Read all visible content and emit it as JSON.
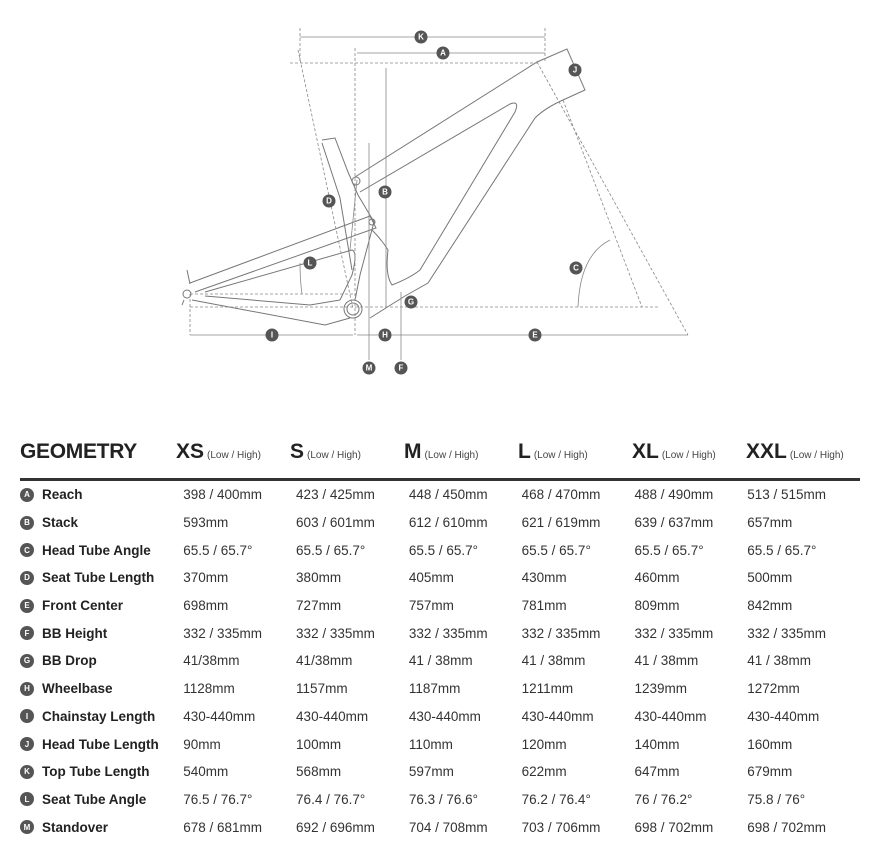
{
  "diagram": {
    "labels": [
      "K",
      "A",
      "J",
      "B",
      "D",
      "L",
      "C",
      "G",
      "I",
      "H",
      "E",
      "M",
      "F"
    ]
  },
  "table": {
    "title": "GEOMETRY",
    "sizes": [
      {
        "name": "XS",
        "sub": "(Low / High)"
      },
      {
        "name": "S",
        "sub": "(Low / High)"
      },
      {
        "name": "M",
        "sub": "(Low / High)"
      },
      {
        "name": "L",
        "sub": "(Low / High)"
      },
      {
        "name": "XL",
        "sub": "(Low / High)"
      },
      {
        "name": "XXL",
        "sub": "(Low / High)"
      }
    ],
    "rows": [
      {
        "letter": "A",
        "label": "Reach",
        "values": [
          "398 / 400mm",
          "423 / 425mm",
          "448 / 450mm",
          "468 / 470mm",
          "488 / 490mm",
          "513 / 515mm"
        ]
      },
      {
        "letter": "B",
        "label": "Stack",
        "values": [
          "593mm",
          "603 / 601mm",
          "612 / 610mm",
          "621 / 619mm",
          "639 / 637mm",
          "657mm"
        ]
      },
      {
        "letter": "C",
        "label": "Head Tube Angle",
        "values": [
          "65.5 / 65.7°",
          "65.5 / 65.7°",
          "65.5 / 65.7°",
          "65.5 / 65.7°",
          "65.5 / 65.7°",
          "65.5 / 65.7°"
        ]
      },
      {
        "letter": "D",
        "label": "Seat Tube Length",
        "values": [
          "370mm",
          "380mm",
          "405mm",
          "430mm",
          "460mm",
          "500mm"
        ]
      },
      {
        "letter": "E",
        "label": "Front Center",
        "values": [
          "698mm",
          "727mm",
          "757mm",
          "781mm",
          "809mm",
          "842mm"
        ]
      },
      {
        "letter": "F",
        "label": "BB Height",
        "values": [
          "332 / 335mm",
          "332 / 335mm",
          "332 / 335mm",
          "332 / 335mm",
          "332 / 335mm",
          "332 / 335mm"
        ]
      },
      {
        "letter": "G",
        "label": "BB Drop",
        "values": [
          "41/38mm",
          "41/38mm",
          "41 / 38mm",
          "41 / 38mm",
          "41 / 38mm",
          "41 / 38mm"
        ]
      },
      {
        "letter": "H",
        "label": "Wheelbase",
        "values": [
          "1128mm",
          "1157mm",
          "1187mm",
          "1211mm",
          "1239mm",
          "1272mm"
        ]
      },
      {
        "letter": "I",
        "label": "Chainstay Length",
        "values": [
          "430-440mm",
          "430-440mm",
          "430-440mm",
          "430-440mm",
          "430-440mm",
          "430-440mm"
        ]
      },
      {
        "letter": "J",
        "label": "Head Tube Length",
        "values": [
          "90mm",
          "100mm",
          "110mm",
          "120mm",
          "140mm",
          "160mm"
        ]
      },
      {
        "letter": "K",
        "label": "Top Tube Length",
        "values": [
          "540mm",
          "568mm",
          "597mm",
          "622mm",
          "647mm",
          "679mm"
        ]
      },
      {
        "letter": "L",
        "label": "Seat Tube Angle",
        "values": [
          "76.5 / 76.7°",
          "76.4 / 76.7°",
          "76.3 / 76.6°",
          "76.2 / 76.4°",
          "76 / 76.2°",
          "75.8 / 76°"
        ]
      },
      {
        "letter": "M",
        "label": "Standover",
        "values": [
          "678 / 681mm",
          "692 / 696mm",
          "704 / 708mm",
          "703 / 706mm",
          "698 / 702mm",
          "698 / 702mm"
        ]
      }
    ]
  }
}
